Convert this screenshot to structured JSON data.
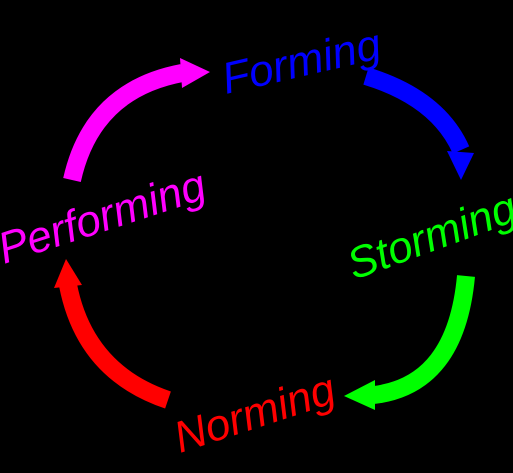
{
  "diagram": {
    "background": "#000000",
    "stages": [
      {
        "id": "forming",
        "label": "Forming",
        "color": "#0000ff"
      },
      {
        "id": "storming",
        "label": "Storming",
        "color": "#00ff00"
      },
      {
        "id": "norming",
        "label": "Norming",
        "color": "#ff0000"
      },
      {
        "id": "performing",
        "label": "Performing",
        "color": "#ff00ff"
      }
    ],
    "arrows": [
      {
        "from": "forming",
        "to": "storming",
        "color": "#0000ff"
      },
      {
        "from": "storming",
        "to": "norming",
        "color": "#00ff00"
      },
      {
        "from": "norming",
        "to": "performing",
        "color": "#ff0000"
      },
      {
        "from": "performing",
        "to": "forming",
        "color": "#ff00ff"
      }
    ]
  }
}
